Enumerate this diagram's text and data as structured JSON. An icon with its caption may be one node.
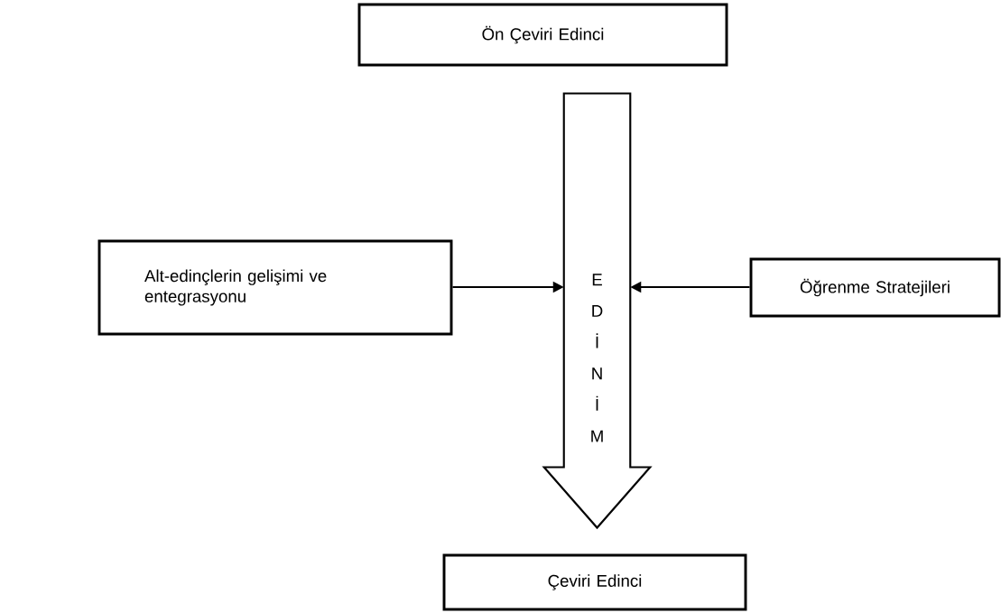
{
  "diagram": {
    "nodes": [
      {
        "text": [
          "Ön Çeviri Edinci"
        ]
      },
      {
        "text": [
          "Alt-edinçlerin gelişimi ve entegrasyonu"
        ]
      },
      {
        "text": [
          "E D İ N İ M"
        ]
      },
      {
        "text": [
          "Öğrenme Stratejileri"
        ]
      },
      {
        "text": [
          "Çeviri Edinci"
        ]
      }
    ],
    "edges": [
      {
        "from": 0,
        "to": 4,
        "arrow": "to",
        "style": "thick"
      },
      {
        "from": 1,
        "to": 2,
        "arrow": "to"
      },
      {
        "from": 3,
        "to": 2,
        "arrow": "to"
      }
    ]
  }
}
